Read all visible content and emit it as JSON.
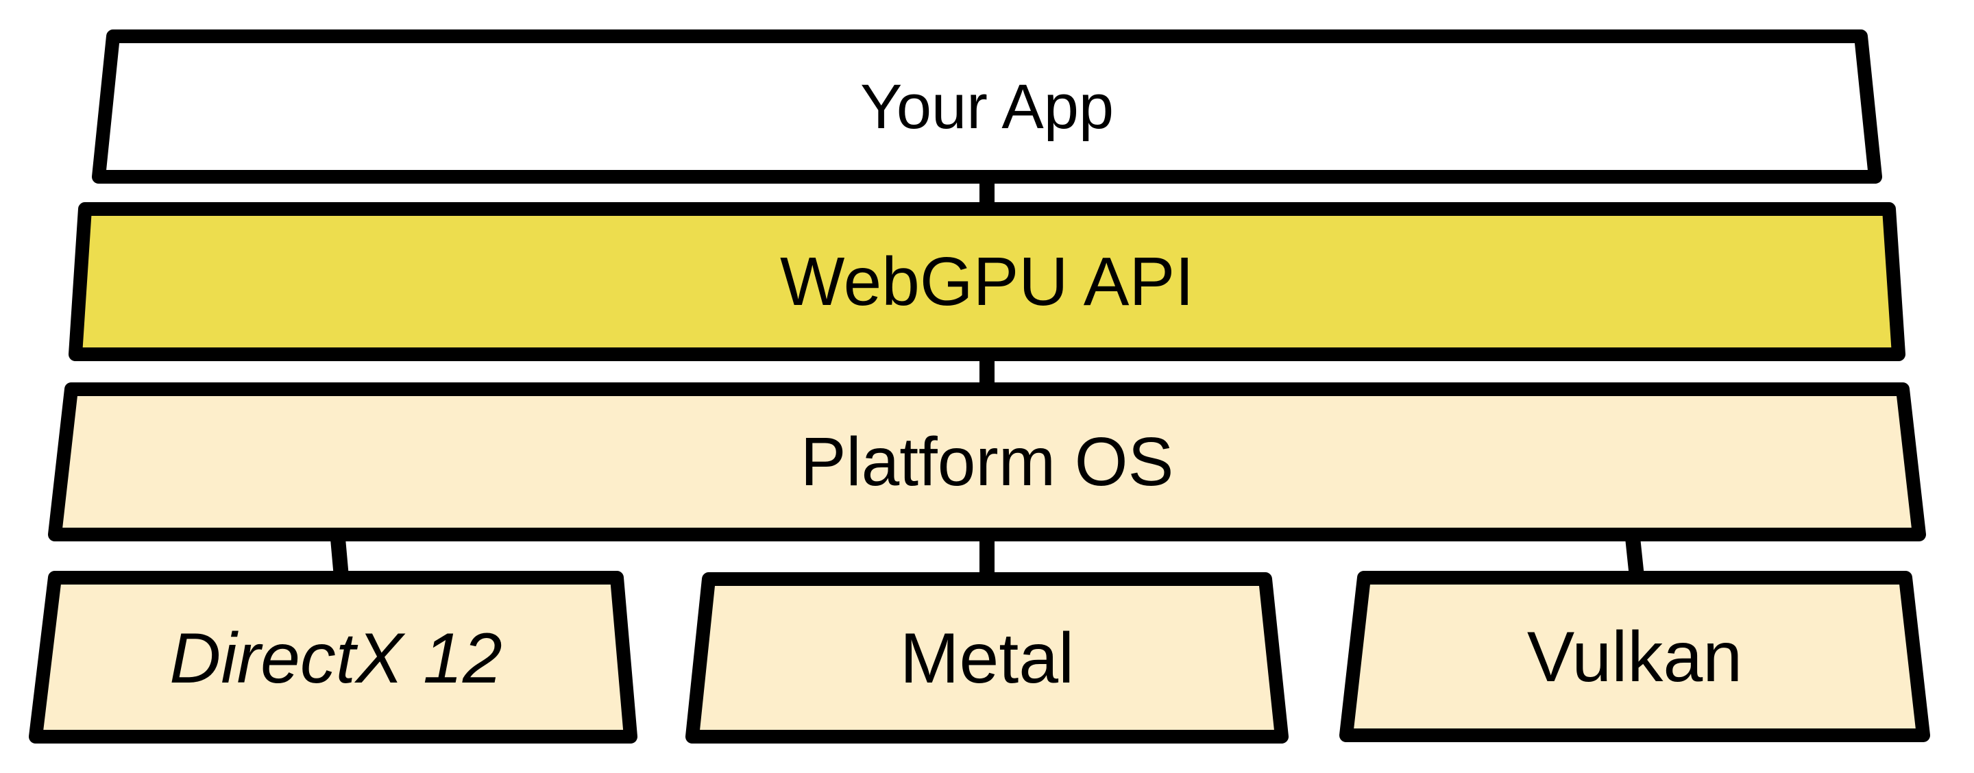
{
  "diagram": {
    "layers": [
      {
        "id": "your-app",
        "label": "Your App",
        "fill": "#ffffff"
      },
      {
        "id": "webgpu-api",
        "label": "WebGPU API",
        "fill": "#eddd4e"
      },
      {
        "id": "platform-os",
        "label": "Platform OS",
        "fill": "#fdeecb"
      },
      {
        "id": "directx-12",
        "label": "DirectX 12",
        "fill": "#fdeecb"
      },
      {
        "id": "metal",
        "label": "Metal",
        "fill": "#fdeecb"
      },
      {
        "id": "vulkan",
        "label": "Vulkan",
        "fill": "#fdeecb"
      }
    ],
    "connections": [
      {
        "from": "Your App",
        "to": "WebGPU API"
      },
      {
        "from": "WebGPU API",
        "to": "Platform OS"
      },
      {
        "from": "Platform OS",
        "to": "DirectX 12"
      },
      {
        "from": "Platform OS",
        "to": "Metal"
      },
      {
        "from": "Platform OS",
        "to": "Vulkan"
      }
    ],
    "colors": {
      "border": "#000000",
      "text": "#000000",
      "background": "#ffffff",
      "highlight_yellow": "#eddd4e",
      "cream": "#fdeecb"
    }
  }
}
